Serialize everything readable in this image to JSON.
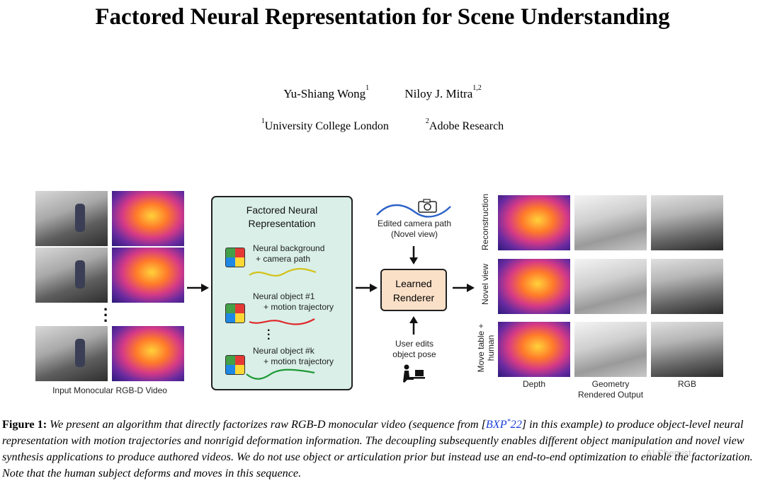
{
  "paper": {
    "title": "Factored Neural Representation for Scene Understanding",
    "authors": [
      {
        "name": "Yu-Shiang Wong",
        "sup": "1"
      },
      {
        "name": "Niloy J. Mitra",
        "sup": "1,2"
      }
    ],
    "affiliations": [
      {
        "sup": "1",
        "name": "University College London"
      },
      {
        "sup": "2",
        "name": "Adobe Research"
      }
    ]
  },
  "figure": {
    "input_label": "Input Monocular RGB-D Video",
    "box_title": "Factored Neural Representation",
    "objects": [
      {
        "line1": "Neural background",
        "line2": "+ camera path",
        "color": "#d4c21a"
      },
      {
        "line1": "Neural object #1",
        "line2": "+ motion trajectory",
        "color": "#e0282a"
      },
      {
        "line1": "Neural object #k",
        "line2": "+ motion trajectory",
        "color": "#1f9a35"
      }
    ],
    "camera_label_1": "Edited camera path",
    "camera_label_2": "(Novel view)",
    "renderer_line1": "Learned",
    "renderer_line2": "Renderer",
    "user_label_1": "User edits",
    "user_label_2": "object pose",
    "row_labels": [
      "Reconstruction",
      "Novel view",
      "Move table + human"
    ],
    "col_labels": [
      "Depth",
      "Geometry",
      "RGB"
    ],
    "output_label": "Rendered Output",
    "colors": {
      "box_fill": "#d9efe8",
      "renderer_fill": "#fbe0c8",
      "camera_path": "#2d63c8"
    }
  },
  "caption": {
    "label": "Figure 1:",
    "text_before": "We present an algorithm that directly factorizes raw RGB-D monocular video (sequence from [",
    "cite": "BXP",
    "cite_sup": "*",
    "cite_year": "22",
    "text_after": "] in this example) to produce object-level neural representation with motion trajectories and nonrigid deformation information. The decoupling subsequently enables different object manipulation and novel view synthesis applications to produce authored videos. We do not use object or articulation prior but instead use an end-to-end optimization to enable the factorization. Note that the human subject deforms and moves in this sequence."
  },
  "watermark": "AI Chemist"
}
